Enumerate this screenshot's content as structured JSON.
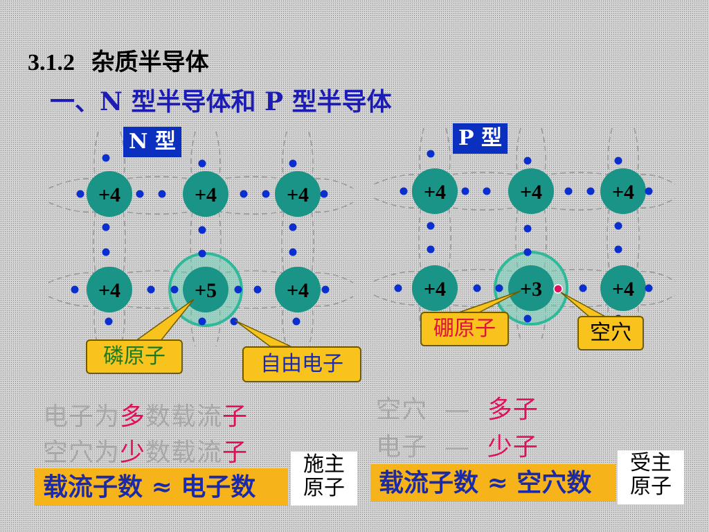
{
  "heading": {
    "number": "3.1.2",
    "title": "杂质半导体"
  },
  "subheading": "一、N 型半导体和 P 型半导体",
  "n_panel": {
    "tag": "N 型",
    "nuclei": [
      "+4",
      "+4",
      "+4",
      "+4",
      "+5",
      "+4"
    ],
    "callout_impurity": "磷原子",
    "callout_carrier": "自由电子",
    "majority_line": {
      "a": "电子为",
      "b": "多",
      "c": "数载流",
      "d": "子"
    },
    "minority_line": {
      "a": "空穴为",
      "b": "少",
      "c": "数载流",
      "d": "子"
    },
    "summary": "载流子数 ≈ 电子数",
    "ion_label": [
      "施主",
      "原子"
    ]
  },
  "p_panel": {
    "tag": "P 型",
    "nuclei": [
      "+4",
      "+4",
      "+4",
      "+4",
      "+3",
      "+4"
    ],
    "callout_impurity": "硼原子",
    "callout_carrier": "空穴",
    "majority_line": {
      "a": "空穴",
      "dash": "—",
      "b": "多子"
    },
    "minority_line": {
      "a": "电子",
      "dash": "—",
      "b": "少子"
    },
    "summary": "载流子数 ≈ 空穴数",
    "ion_label": [
      "受主",
      "原子"
    ]
  },
  "colors": {
    "nucleus": "#1a9486",
    "electron": "#0b2fcf",
    "hole": "#e01060",
    "impurity_halo": "#2fb89a",
    "bond_dash": "#9a9a9a",
    "ion_red": "#e01030",
    "ion_blue": "#1030c0"
  }
}
